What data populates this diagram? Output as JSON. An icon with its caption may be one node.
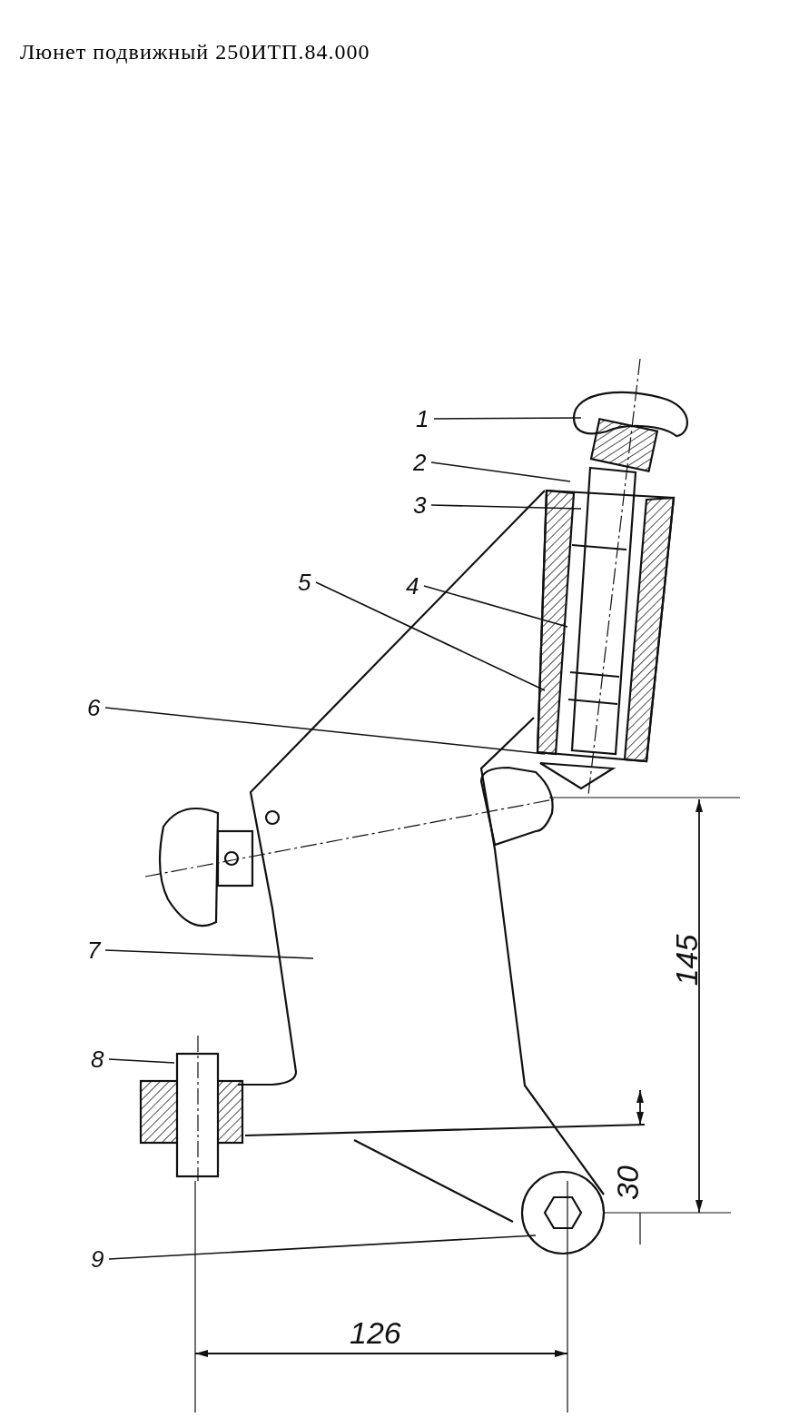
{
  "diagram": {
    "title": "Люнет подвижный 250ИТП.84.000",
    "nodes": [
      {
        "text": [
          "1"
        ]
      },
      {
        "text": [
          "2"
        ]
      },
      {
        "text": [
          "3"
        ]
      },
      {
        "text": [
          "4"
        ]
      },
      {
        "text": [
          "5"
        ]
      },
      {
        "text": [
          "6"
        ]
      },
      {
        "text": [
          "7"
        ]
      },
      {
        "text": [
          "8"
        ]
      },
      {
        "text": [
          "9"
        ]
      }
    ],
    "edges": [
      {
        "from": 0,
        "to": null,
        "arrow": "none"
      },
      {
        "from": 1,
        "to": null,
        "arrow": "none"
      },
      {
        "from": 2,
        "to": null,
        "arrow": "none"
      },
      {
        "from": 3,
        "to": null,
        "arrow": "none"
      },
      {
        "from": 4,
        "to": null,
        "arrow": "none"
      },
      {
        "from": 5,
        "to": null,
        "arrow": "none"
      },
      {
        "from": 6,
        "to": null,
        "arrow": "none"
      },
      {
        "from": 7,
        "to": null,
        "arrow": "none"
      },
      {
        "from": 8,
        "to": null,
        "arrow": "none"
      }
    ],
    "labels": [
      "145",
      "30",
      "126"
    ]
  }
}
